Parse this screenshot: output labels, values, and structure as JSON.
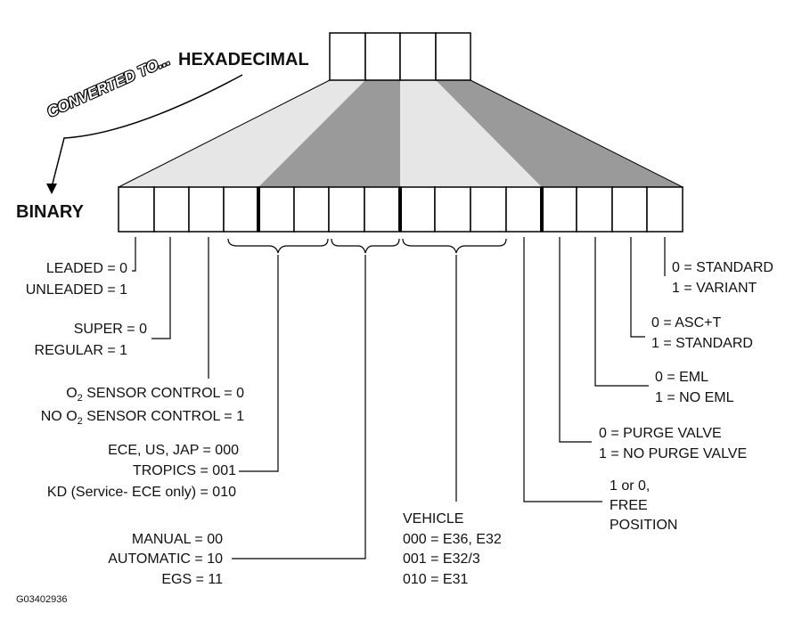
{
  "labels": {
    "hexadecimal": "HEXADECIMAL",
    "binary": "BINARY",
    "converted_to": "CONVERTED TO..."
  },
  "descriptions": {
    "fuel_leaded": "LEADED = 0",
    "fuel_unleaded": "UNLEADED = 1",
    "octane_super": "SUPER = 0",
    "octane_regular": "REGULAR = 1",
    "o2_sensor_prefix": "O",
    "o2_sensor_sub": "2",
    "o2_sensor_suffix": " SENSOR CONTROL = 0",
    "no_o2_sensor_prefix": "NO O",
    "no_o2_sensor_sub": "2",
    "no_o2_sensor_suffix": " SENSOR CONTROL = 1",
    "region_ece": "ECE, US, JAP = 000",
    "region_tropics": "TROPICS = 001",
    "region_kd": "KD (Service- ECE only) = 010",
    "trans_manual": "MANUAL = 00",
    "trans_automatic": "AUTOMATIC = 10",
    "trans_egs": "EGS = 11",
    "vehicle_title": "VEHICLE",
    "vehicle_000": "000 = E36, E32",
    "vehicle_001": "001 = E32/3",
    "vehicle_010": "010 = E31",
    "free_1": "1 or 0,",
    "free_2": "FREE",
    "free_3": "POSITION",
    "purge_0": "0 = PURGE VALVE",
    "purge_1": "1 = NO PURGE VALVE",
    "eml_0": "0 = EML",
    "eml_1": "1 = NO EML",
    "asc_0": "0 = ASC+T",
    "asc_1": "1 = STANDARD",
    "variant_0": "0 = STANDARD",
    "variant_1": "1 = VARIANT"
  },
  "figure_id": "G03402936",
  "colors": {
    "light_fan": "#e6e6e6",
    "dark_fan": "#9a9a9a",
    "line": "#000000"
  }
}
